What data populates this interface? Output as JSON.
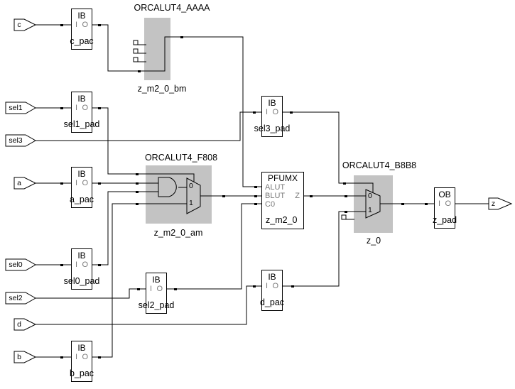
{
  "colors": {
    "background": "#ffffff",
    "wire": "#000000",
    "lut_fill": "#c3c3c3",
    "pin_label_gray": "#7a7a7a",
    "text": "#000000"
  },
  "ports": {
    "inputs": [
      {
        "label": "c"
      },
      {
        "label": "sel1"
      },
      {
        "label": "sel3"
      },
      {
        "label": "a"
      },
      {
        "label": "sel0"
      },
      {
        "label": "sel2"
      },
      {
        "label": "d"
      },
      {
        "label": "b"
      }
    ],
    "output": {
      "label": "z"
    }
  },
  "buffers": [
    {
      "type": "IB",
      "pin_in": "I",
      "pin_out": "O",
      "name": "c_pac"
    },
    {
      "type": "IB",
      "pin_in": "I",
      "pin_out": "O",
      "name": "sel1_pad"
    },
    {
      "type": "IB",
      "pin_in": "I",
      "pin_out": "O",
      "name": "sel3_pad"
    },
    {
      "type": "IB",
      "pin_in": "I",
      "pin_out": "O",
      "name": "a_pac"
    },
    {
      "type": "IB",
      "pin_in": "I",
      "pin_out": "O",
      "name": "sel0_pad"
    },
    {
      "type": "IB",
      "pin_in": "I",
      "pin_out": "O",
      "name": "sel2_pad"
    },
    {
      "type": "IB",
      "pin_in": "I",
      "pin_out": "O",
      "name": "d_pac"
    },
    {
      "type": "IB",
      "pin_in": "I",
      "pin_out": "O",
      "name": "b_pac"
    },
    {
      "type": "OB",
      "pin_in": "I",
      "pin_out": "O",
      "name": "z_pad"
    }
  ],
  "luts": [
    {
      "title": "ORCALUT4_AAAA",
      "name": "z_m2_0_bm"
    },
    {
      "title": "ORCALUT4_F808",
      "name": "z_m2_0_am",
      "mux_labels": [
        "0",
        "1"
      ]
    },
    {
      "title": "ORCALUT4_B8B8",
      "name": "z_0",
      "mux_labels": [
        "0",
        "1"
      ]
    }
  ],
  "pfumx": {
    "type": "PFUMX",
    "pin_alut": "ALUT",
    "pin_blut": "BLUT",
    "pin_c0": "C0",
    "pin_z": "Z",
    "name": "z_m2_0"
  }
}
